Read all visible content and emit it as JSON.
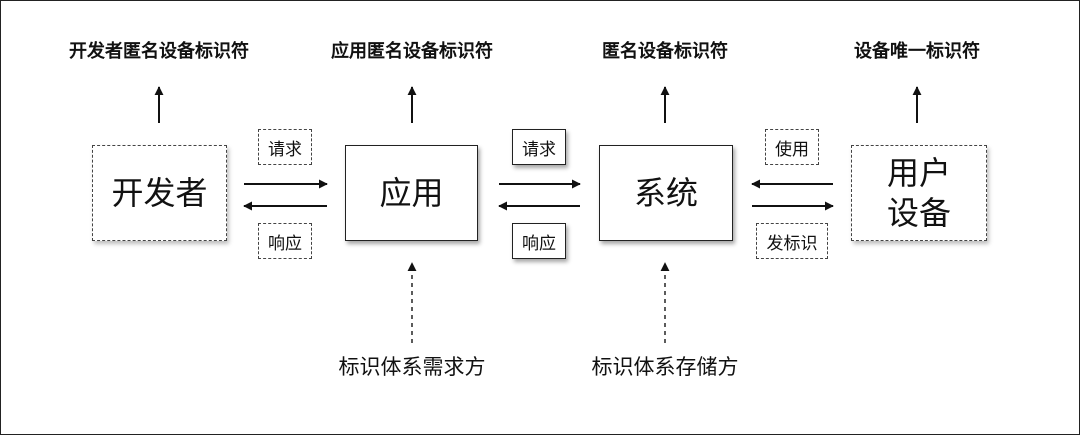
{
  "diagram": {
    "top_labels": {
      "developer": "开发者匿名设备标识符",
      "app": "应用匿名设备标识符",
      "system": "匿名设备标识符",
      "device": "设备唯一标识符"
    },
    "nodes": {
      "developer": "开发者",
      "app": "应用",
      "system": "系统",
      "device_line1": "用户",
      "device_line2": "设备"
    },
    "edge_labels": {
      "dev_request": "请求",
      "dev_response": "响应",
      "app_request": "请求",
      "app_response": "响应",
      "device_use": "使用",
      "device_issue": "发标识"
    },
    "bottom_labels": {
      "demand": "标识体系需求方",
      "storage": "标识体系存储方"
    }
  }
}
